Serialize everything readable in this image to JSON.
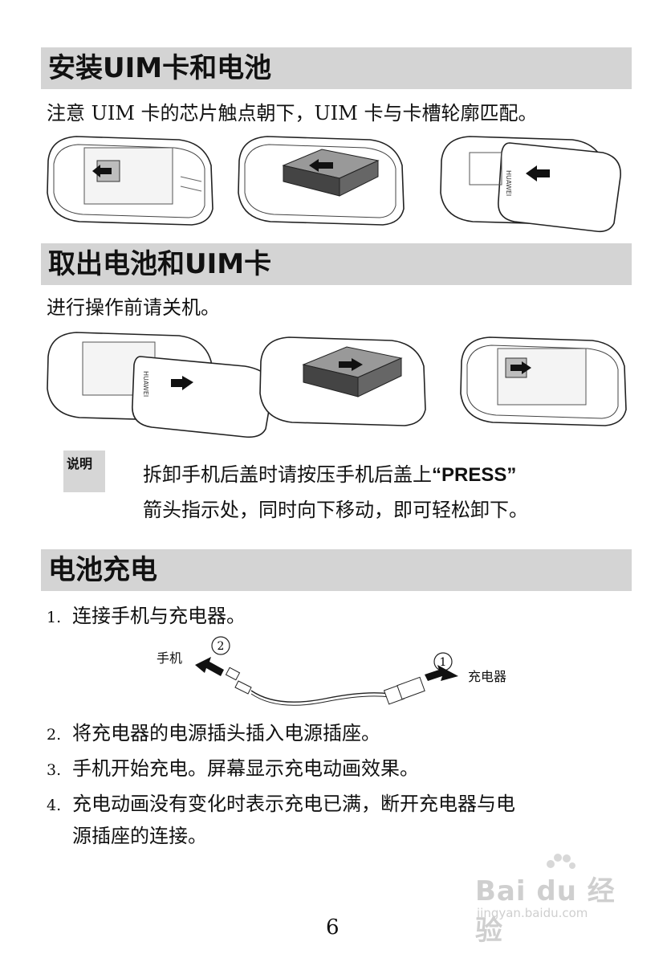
{
  "sections": {
    "install": {
      "title": "安装UIM卡和电池",
      "body": "注意 UIM 卡的芯片触点朝下，UIM 卡与卡槽轮廓匹配。"
    },
    "remove": {
      "title": "取出电池和UIM卡",
      "body": "进行操作前请关机。"
    },
    "charge": {
      "title": "电池充电",
      "diagram": {
        "phone_label": "手机",
        "charger_label": "充电器",
        "circle_phone": "2",
        "circle_charger": "1"
      },
      "steps": [
        {
          "num": "1.",
          "text": "连接手机与充电器。"
        },
        {
          "num": "2.",
          "text": "将充电器的电源插头插入电源插座。"
        },
        {
          "num": "3.",
          "text": "手机开始充电。屏幕显示充电动画效果。"
        },
        {
          "num": "4.",
          "text": "充电动画没有变化时表示充电已满，断开充电器与电",
          "text2": "源插座的连接。"
        }
      ]
    }
  },
  "note": {
    "tag": "说明",
    "line1": "拆卸手机后盖时请按压手机后盖上",
    "press": "“PRESS”",
    "line2": "箭头指示处，同时向下移动，即可轻松卸下。"
  },
  "page_number": "6",
  "watermark": {
    "brand": "Bai du 经验",
    "url": "jingyan.baidu.com"
  }
}
